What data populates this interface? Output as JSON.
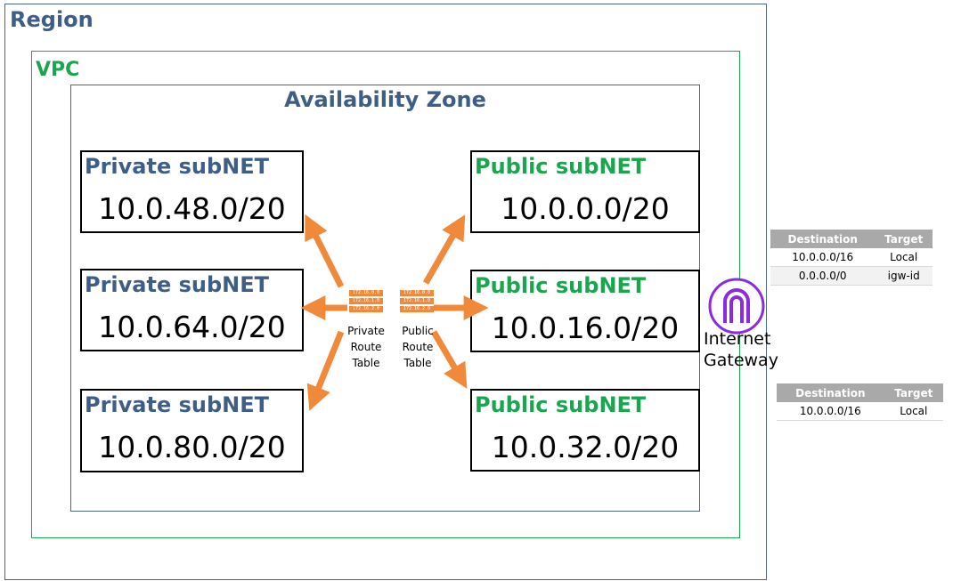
{
  "region": {
    "title": "Region"
  },
  "vpc": {
    "title": "VPC"
  },
  "availability_zone": {
    "title": "Availability Zone"
  },
  "private_subnets": [
    {
      "label": "Private subNET",
      "cidr": "10.0.48.0/20"
    },
    {
      "label": "Private subNET",
      "cidr": "10.0.64.0/20"
    },
    {
      "label": "Private subNET",
      "cidr": "10.0.80.0/20"
    }
  ],
  "public_subnets": [
    {
      "label": "Public subNET",
      "cidr": "10.0.0.0/20"
    },
    {
      "label": "Public subNET",
      "cidr": "10.0.16.0/20"
    },
    {
      "label": "Public subNET",
      "cidr": "10.0.32.0/20"
    }
  ],
  "private_route_table": {
    "rows": [
      "172.16.0.0",
      "172.16.1.0",
      "172.16.2.0"
    ],
    "label_line1": "Private",
    "label_line2": "Route",
    "label_line3": "Table"
  },
  "public_route_table": {
    "rows": [
      "172.16.0.0",
      "172.16.1.0",
      "172.16.2.0"
    ],
    "label_line1": "Public",
    "label_line2": "Route",
    "label_line3": "Table"
  },
  "internet_gateway": {
    "line1": "Internet",
    "line2": "Gateway",
    "icon": "internet-gateway-icon"
  },
  "public_rt_table": {
    "headers": [
      "Destination",
      "Target"
    ],
    "rows": [
      [
        "10.0.0.0/16",
        "Local"
      ],
      [
        "0.0.0.0/0",
        "igw-id"
      ]
    ]
  },
  "private_rt_table": {
    "headers": [
      "Destination",
      "Target"
    ],
    "rows": [
      [
        "10.0.0.0/16",
        "Local"
      ]
    ]
  },
  "colors": {
    "arrow": "#f08a3a",
    "private": "#3e5e88",
    "public": "#1aa64f",
    "igw": "#8a2be2"
  }
}
